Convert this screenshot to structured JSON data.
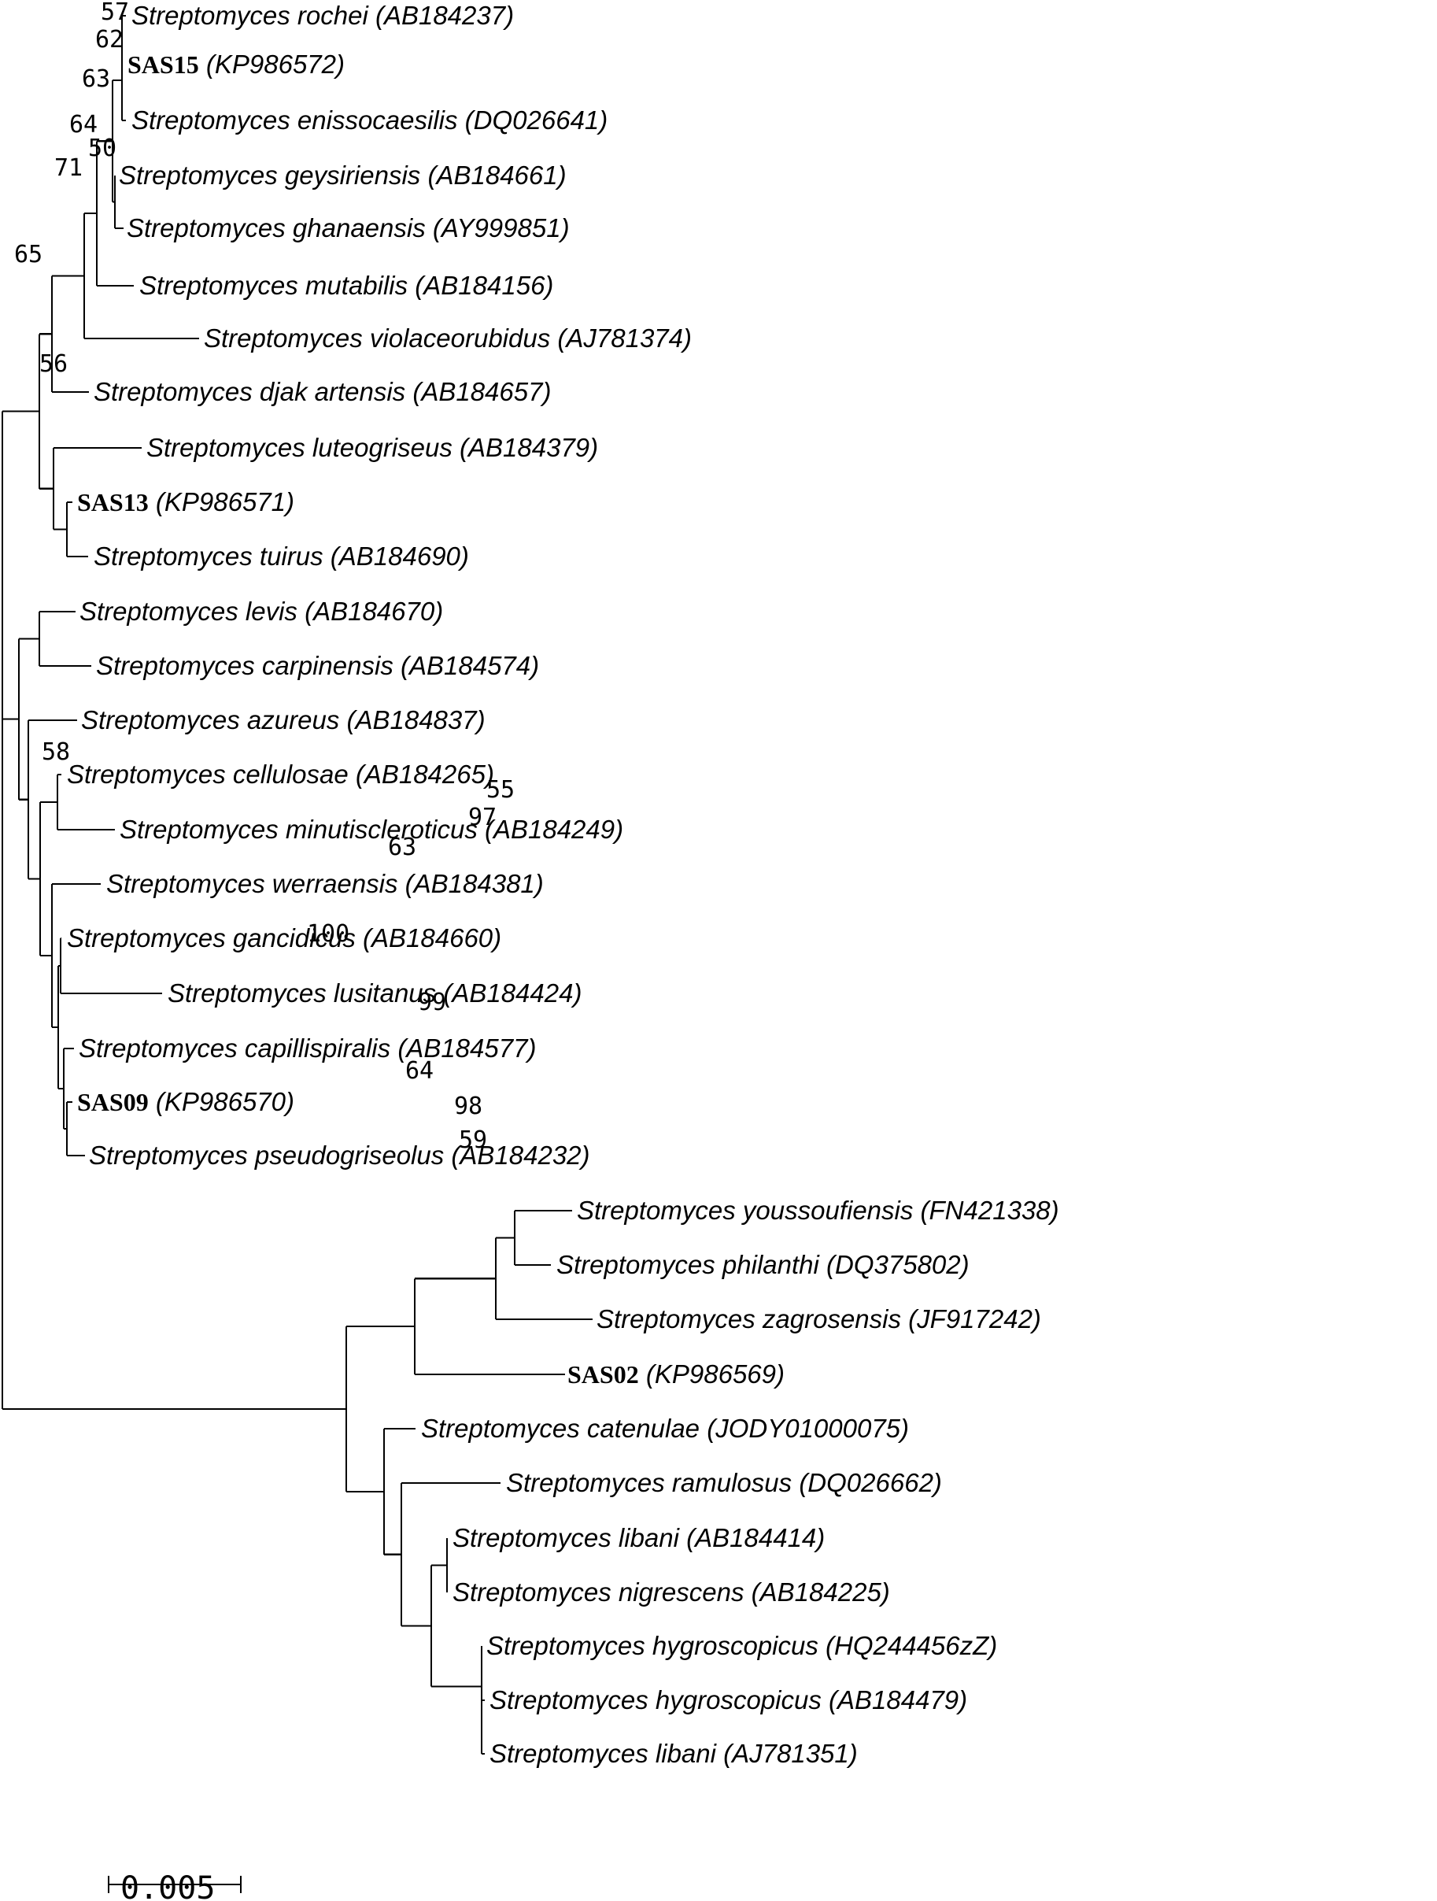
{
  "figure": {
    "leaves": [
      {
        "id": "L1",
        "name": "Streptomyces rochei",
        "acc": "(AB184237)"
      },
      {
        "id": "L2",
        "strain": "SAS15",
        "acc": "(KP986572)"
      },
      {
        "id": "L3",
        "name": "Streptomyces enissocaesilis",
        "acc": "(DQ026641)"
      },
      {
        "id": "L4",
        "name": "Streptomyces geysiriensis",
        "acc": "(AB184661)"
      },
      {
        "id": "L5",
        "name": "Streptomyces ghanaensis",
        "acc": "(AY999851)"
      },
      {
        "id": "L6",
        "name": "Streptomyces mutabilis",
        "acc": "(AB184156)"
      },
      {
        "id": "L7",
        "name": "Streptomyces violaceorubidus",
        "acc": "(AJ781374)"
      },
      {
        "id": "L8",
        "name": "Streptomyces djak artensis",
        "acc": "(AB184657)"
      },
      {
        "id": "L9",
        "name": "Streptomyces luteogriseus",
        "acc": "(AB184379)"
      },
      {
        "id": "L10",
        "strain": "SAS13",
        "acc": "(KP986571)"
      },
      {
        "id": "L11",
        "name": "Streptomyces tuirus",
        "acc": "(AB184690)"
      },
      {
        "id": "L12",
        "name": "Streptomyces levis",
        "acc": "(AB184670)"
      },
      {
        "id": "L13",
        "name": "Streptomyces carpinensis",
        "acc": "(AB184574)"
      },
      {
        "id": "L14",
        "name": "Streptomyces azureus",
        "acc": "(AB184837)"
      },
      {
        "id": "L15",
        "name": "Streptomyces cellulosae",
        "acc": "(AB184265)"
      },
      {
        "id": "L16",
        "name": "Streptomyces minutiscleroticus",
        "acc": "(AB184249)"
      },
      {
        "id": "L17",
        "name": "Streptomyces werraensis",
        "acc": "(AB184381)"
      },
      {
        "id": "L18",
        "name": "Streptomyces gancidicus",
        "acc": "(AB184660)"
      },
      {
        "id": "L19",
        "name": "Streptomyces lusitanus",
        "acc": "(AB184424)"
      },
      {
        "id": "L20",
        "name": "Streptomyces capillispiralis",
        "acc": "(AB184577)"
      },
      {
        "id": "L21",
        "strain": "SAS09",
        "acc": "(KP986570)"
      },
      {
        "id": "L22",
        "name": "Streptomyces pseudogriseolus",
        "acc": "(AB184232)"
      },
      {
        "id": "L23",
        "name": "Streptomyces youssoufiensis",
        "acc": "(FN421338)"
      },
      {
        "id": "L24",
        "name": "Streptomyces philanthi",
        "acc": "(DQ375802)"
      },
      {
        "id": "L25",
        "name": "Streptomyces zagrosensis",
        "acc": "(JF917242)"
      },
      {
        "id": "L26",
        "strain": "SAS02",
        "acc": "(KP986569)"
      },
      {
        "id": "L27",
        "name": "Streptomyces catenulae",
        "acc": "(JODY01000075)"
      },
      {
        "id": "L28",
        "name": "Streptomyces ramulosus",
        "acc": "(DQ026662)"
      },
      {
        "id": "L29",
        "name": "Streptomyces libani",
        "acc": "(AB184414)"
      },
      {
        "id": "L30",
        "name": "Streptomyces nigrescens",
        "acc": "(AB184225)"
      },
      {
        "id": "L31",
        "name": "Streptomyces hygroscopicus",
        "acc": "(HQ244456zZ)"
      },
      {
        "id": "L32",
        "name": "Streptomyces hygroscopicus",
        "acc": "(AB184479)"
      },
      {
        "id": "L33",
        "name": "Streptomyces libani",
        "acc": "(AJ781351)"
      }
    ],
    "bootstrap": [
      "57",
      "62",
      "63",
      "64",
      "50",
      "71",
      "65",
      "56",
      "58",
      "55",
      "97",
      "63",
      "100",
      "99",
      "64",
      "98",
      "59"
    ],
    "scale_bar": {
      "value": 0.005,
      "label": "0.005"
    }
  }
}
